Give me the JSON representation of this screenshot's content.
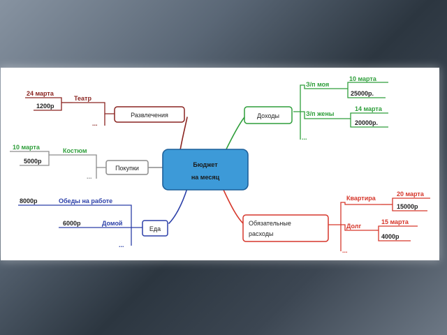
{
  "center": {
    "line1": "Бюджет",
    "line2": "на месяц"
  },
  "branches": {
    "income": {
      "title": "Доходы",
      "items": [
        {
          "label": "З/п моя",
          "date": "10 марта",
          "amount": "25000р."
        },
        {
          "label": "З/п жены",
          "date": "14 марта",
          "amount": "20000р."
        }
      ],
      "more": "..."
    },
    "mandatory": {
      "title_line1": "Обязательные",
      "title_line2": "расходы",
      "items": [
        {
          "label": "Квартира",
          "date": "20 марта",
          "amount": "15000р"
        },
        {
          "label": "Долг",
          "date": "15 марта",
          "amount": "4000р"
        }
      ],
      "more": "..."
    },
    "entertainment": {
      "title": "Развлечения",
      "items": [
        {
          "label": "Театр",
          "date": "24 марта",
          "amount": "1200р"
        }
      ],
      "more": "..."
    },
    "purchases": {
      "title": "Покупки",
      "items": [
        {
          "label": "Костюм",
          "date": "10 марта",
          "amount": "5000р"
        }
      ],
      "more": "..."
    },
    "food": {
      "title": "Еда",
      "items": [
        {
          "label": "Обеды на работе",
          "amount": "8000р"
        },
        {
          "label": "Домой",
          "amount": "6000р"
        }
      ],
      "more": "..."
    }
  },
  "colors": {
    "income": "#2e9e3a",
    "mandatory": "#d6372b",
    "entertainment": "#8a2420",
    "purchases": "#8c8c8c",
    "food": "#2b3fa8",
    "center_fill": "#3d9ad8",
    "center_stroke": "#1d5f99"
  }
}
